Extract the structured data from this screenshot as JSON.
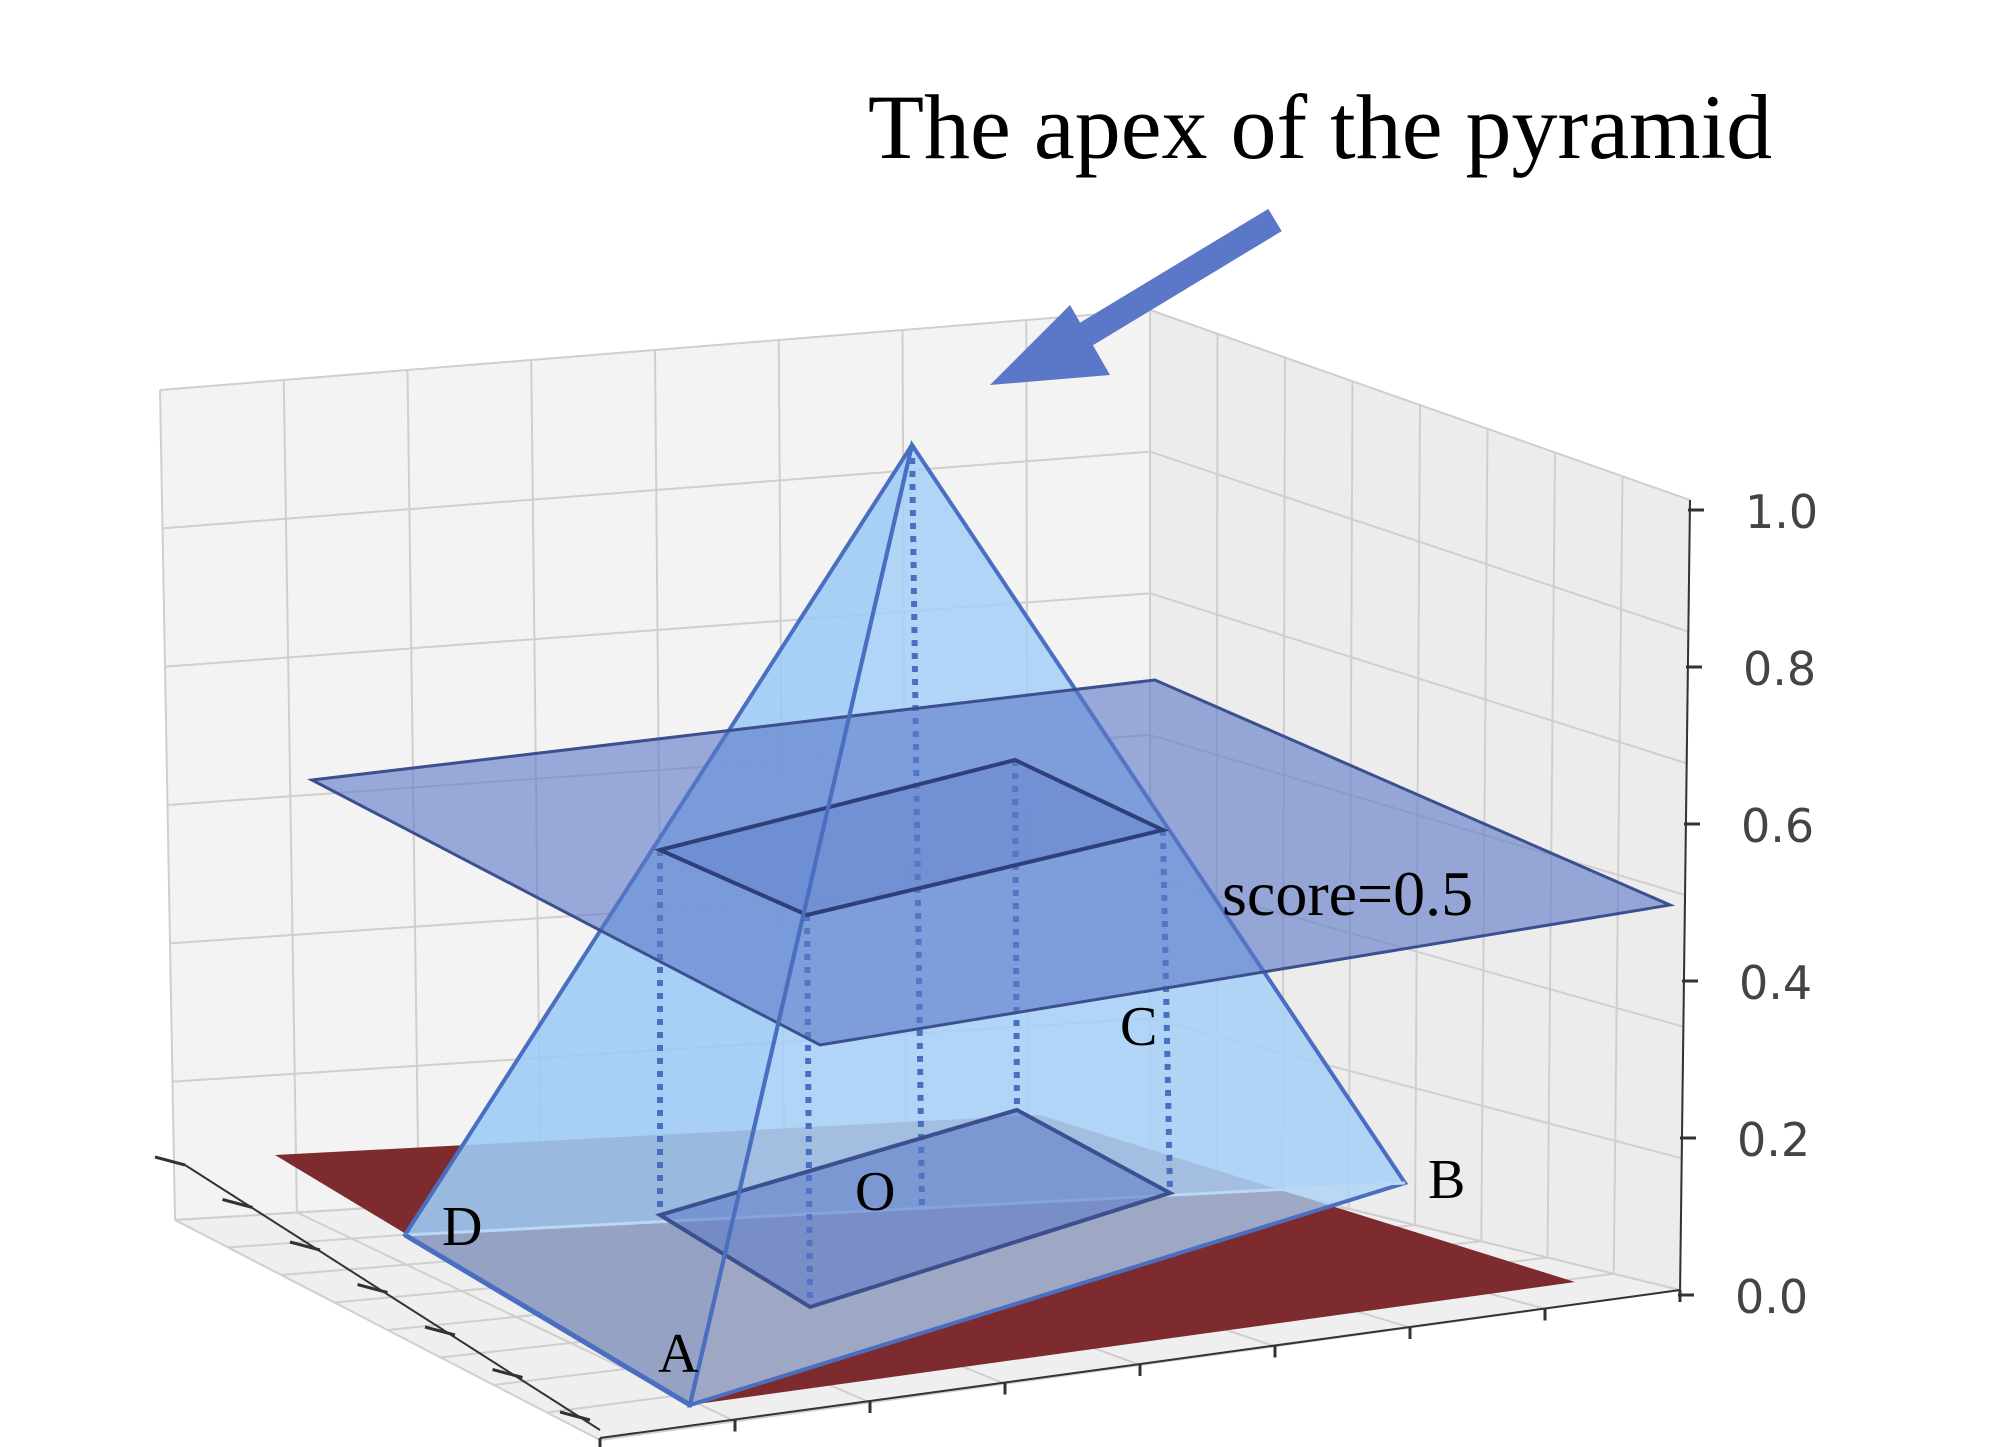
{
  "annotation": {
    "apex_label": "The apex of the pyramid",
    "plane_label": "score=0.5"
  },
  "vertices": {
    "A": "A",
    "B": "B",
    "C": "C",
    "D": "D",
    "O": "O"
  },
  "z_axis": {
    "ticks": [
      "0.0",
      "0.2",
      "0.4",
      "0.6",
      "0.8",
      "1.0"
    ]
  },
  "colors": {
    "pyramid_fill": "#9ecbf5",
    "pyramid_edge": "#4a6fc0",
    "plane_fill": "#5b78c8",
    "plane_edge": "#3c4f8f",
    "base_floor": "#7d2b2e",
    "arrow": "#5b78c8",
    "grid": "#cfcfcf",
    "pane": "#f2f2f2"
  }
}
